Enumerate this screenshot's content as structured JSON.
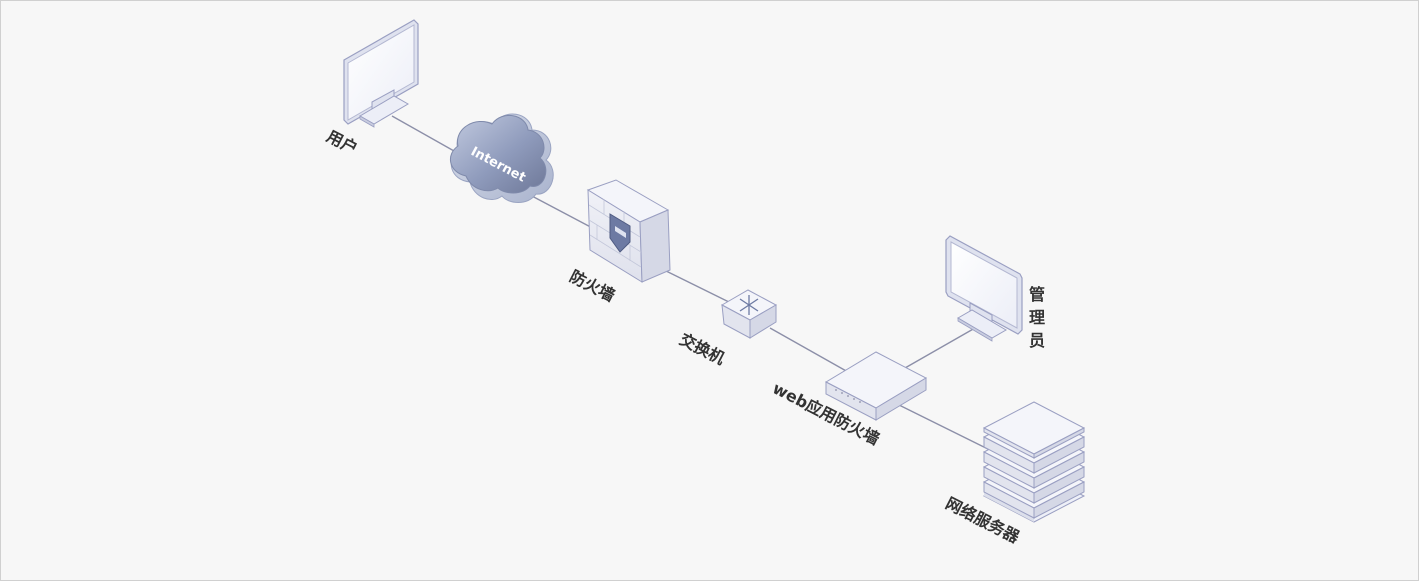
{
  "diagram": {
    "nodes": [
      {
        "id": "user",
        "label": "用户",
        "icon": "monitor-icon"
      },
      {
        "id": "internet",
        "label": "Internet",
        "icon": "cloud-icon"
      },
      {
        "id": "firewall",
        "label": "防火墙",
        "icon": "firewall-icon"
      },
      {
        "id": "switch",
        "label": "交换机",
        "icon": "switch-icon"
      },
      {
        "id": "waf",
        "label": "web应用防火墙",
        "icon": "waf-appliance-icon"
      },
      {
        "id": "admin",
        "label": "管理员",
        "icon": "monitor-icon"
      },
      {
        "id": "server",
        "label": "网络服务器",
        "icon": "server-rack-icon"
      }
    ],
    "edges": [
      [
        "user",
        "internet"
      ],
      [
        "internet",
        "firewall"
      ],
      [
        "firewall",
        "switch"
      ],
      [
        "switch",
        "waf"
      ],
      [
        "waf",
        "admin"
      ],
      [
        "waf",
        "server"
      ]
    ],
    "colors": {
      "background": "#f7f7f7",
      "line": "#8c8fa8",
      "device_face": "#eef0f8",
      "device_edge": "#9a9fc2",
      "cloud": "#8a97b8"
    }
  }
}
